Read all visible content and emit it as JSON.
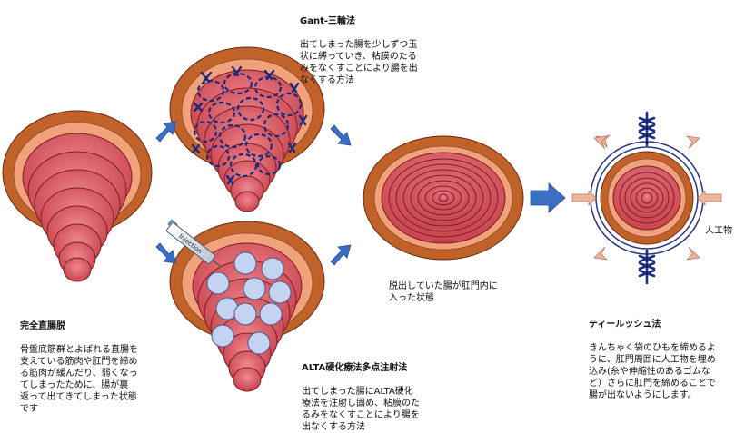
{
  "stages": {
    "prolapse": {
      "title": "完全直腸脱",
      "desc": "骨盤底筋群とよばれる直腸を\n支えている筋肉や肛門を締め\nる筋肉が緩んだり、弱くなっ\nてしまったために、腸が裏\n返って出てきてしまった状態\nです"
    },
    "gant": {
      "title": "Gant-三輪法",
      "desc": "出てしまった腸を少しずつ玉\n状に縛っていき、粘膜のたる\nみをなくすことにより腸を出\nなくする方法"
    },
    "alta": {
      "title": "ALTA硬化療法多点注射法",
      "desc": "出てしまった腸にALTA硬化\n療法を注射し固め、粘膜のた\nるみをなくすことにより腸を\n出なくする方法",
      "syringe_label": "Injection"
    },
    "reduced": {
      "desc": "脱出していた腸が肛門内に\n入った状態"
    },
    "thiersch": {
      "title": "ティールッシュ法",
      "desc": "きんちゃく袋のひもを締めるよ\nうに、肛門周囲に人工物を埋め\n込み(糸や伸縮性のあるゴムな\nど）さらに肛門を締めることで\n腸が出ないようにします。",
      "artificial_label": "人工物"
    }
  },
  "colors": {
    "outer_ring": "#c0622a",
    "middle_ring": "#f2a27a",
    "tissue": "#d9575f",
    "tissue_dark": "#a8323d",
    "arrow": "#3b6fc4",
    "suture": "#1c2a7a",
    "balloon": "#c5d3f2",
    "ring_wire": "#28357e",
    "pressure_arrow": "#f0b39c"
  }
}
